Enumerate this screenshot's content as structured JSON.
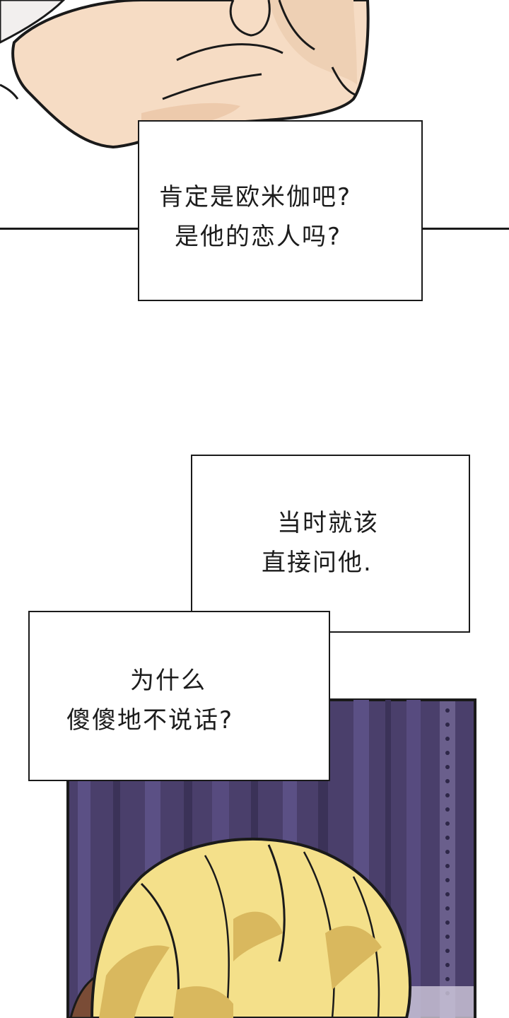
{
  "captions": {
    "first": {
      "line1": "肯定是欧米伽吧?",
      "line2": "是他的恋人吗?"
    },
    "second": {
      "line1": "当时就该",
      "line2": "直接问他."
    },
    "third": {
      "line1": "为什么",
      "line2": "傻傻地不说话?"
    }
  },
  "colors": {
    "skin": "#f6dcc4",
    "skin_shadow": "#e9c2a2",
    "ink": "#1a1a1a",
    "background_panel": "#4a3f6b",
    "hair": "#f4e08a",
    "hair_shadow": "#d9b85e"
  }
}
